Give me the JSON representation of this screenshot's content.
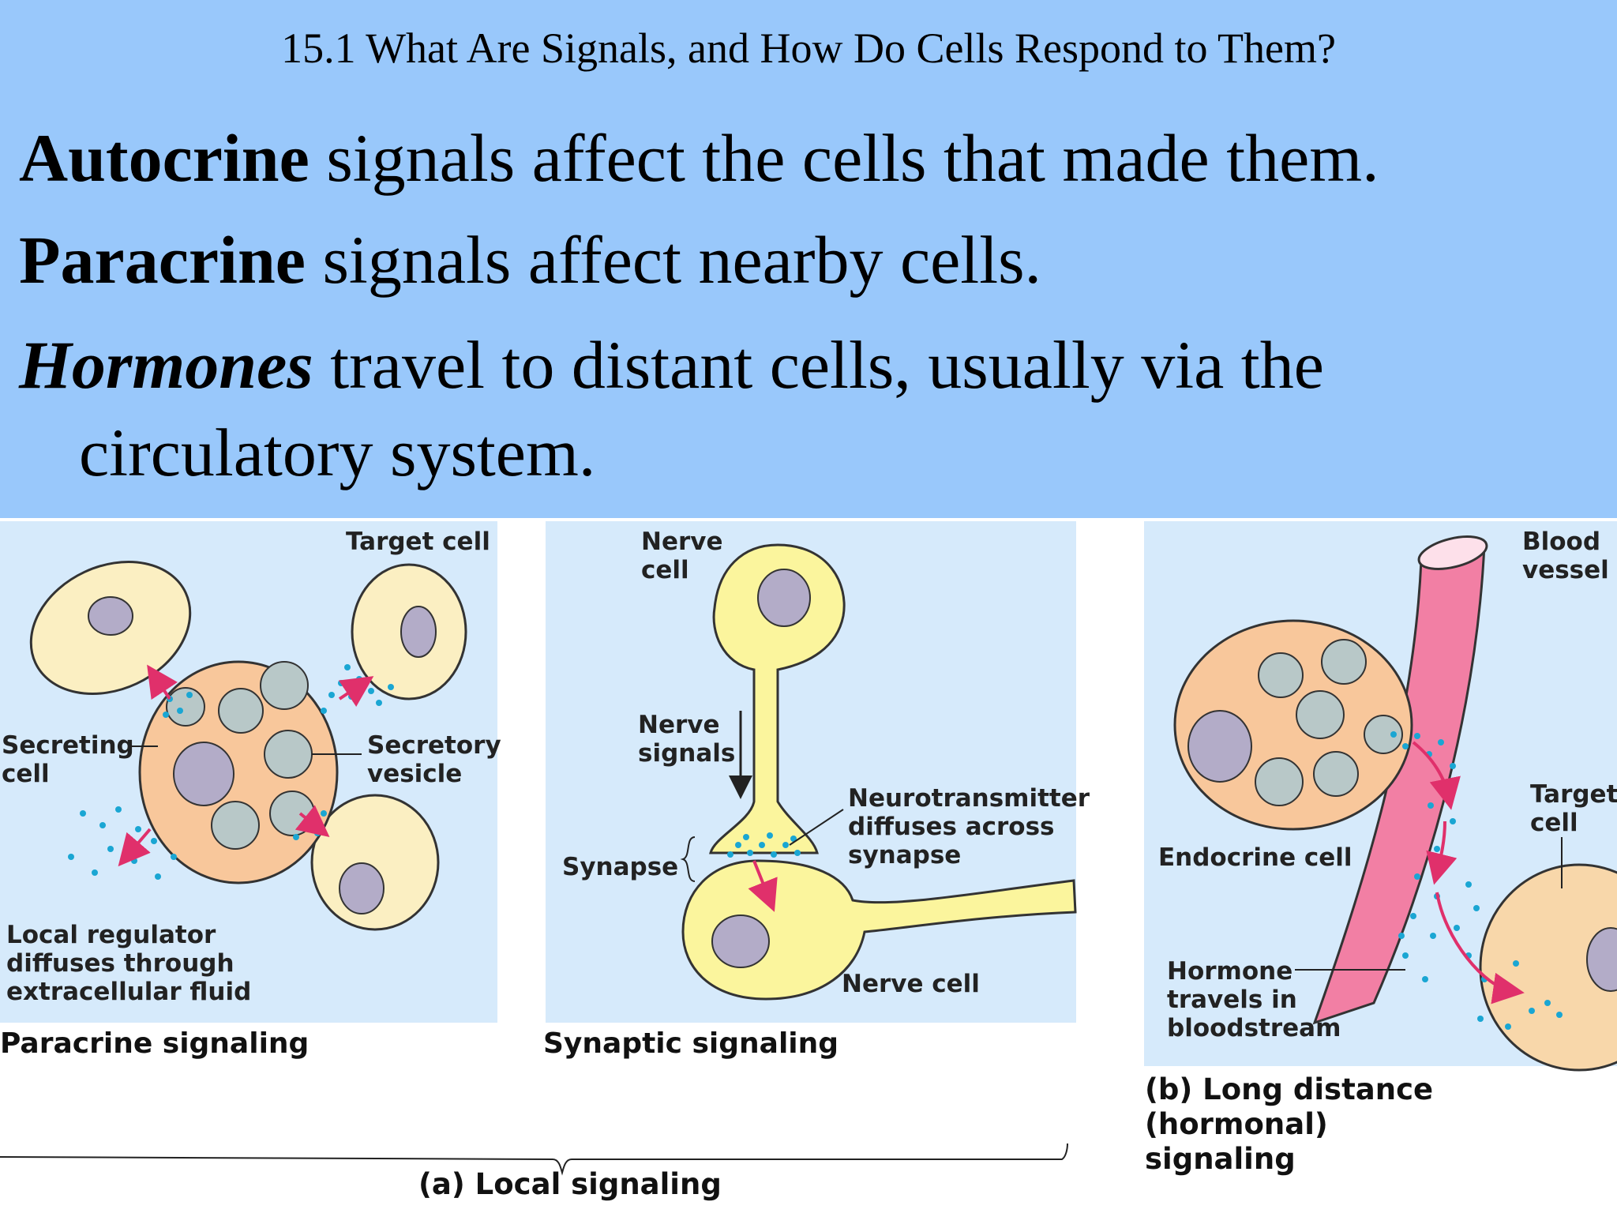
{
  "header": {
    "title": "15.1 What Are Signals, and How Do Cells Respond to Them?",
    "bullets": [
      {
        "term": "Autocrine",
        "text": " signals affect the cells that made them."
      },
      {
        "term": "Paracrine",
        "text": " signals affect nearby cells."
      },
      {
        "term": "Hormones",
        "text": " travel to distant cells, usually via the",
        "continuation": "circulatory system."
      }
    ],
    "background_color": "#99c8fb"
  },
  "diagram": {
    "paracrine": {
      "target_cell": "Target cell",
      "secreting_cell": "Secreting\ncell",
      "secretory_vesicle": "Secretory\nvesicle",
      "local_regulator": "Local regulator\ndiffuses through\nextracellular fluid",
      "caption": "Paracrine signaling"
    },
    "synaptic": {
      "nerve_cell_top": "Nerve\ncell",
      "nerve_signals": "Nerve\nsignals",
      "neurotransmitter": "Neurotransmitter\ndiffuses across\nsynapse",
      "synapse": "Synapse",
      "nerve_cell_bottom": "Nerve cell",
      "caption": "Synaptic signaling"
    },
    "hormonal": {
      "blood_vessel": "Blood\nvessel",
      "target_cell": "Target\ncell",
      "endocrine_cell": "Endocrine cell",
      "hormone_travels": "Hormone\ntravels in\nbloodstream",
      "caption": "(b) Long distance (hormonal)\n    signaling"
    },
    "local_caption": "(a) Local signaling",
    "colors": {
      "panel": "#d6eafb",
      "target_cell": "#fbefc2",
      "secreting_cell": "#f8c79b",
      "nucleus": "#b3acc8",
      "nerve_cell": "#fbf59d",
      "blood_vessel": "#f27fa4",
      "dot": "#1aa6d3",
      "arrow": "#e0306b"
    }
  }
}
